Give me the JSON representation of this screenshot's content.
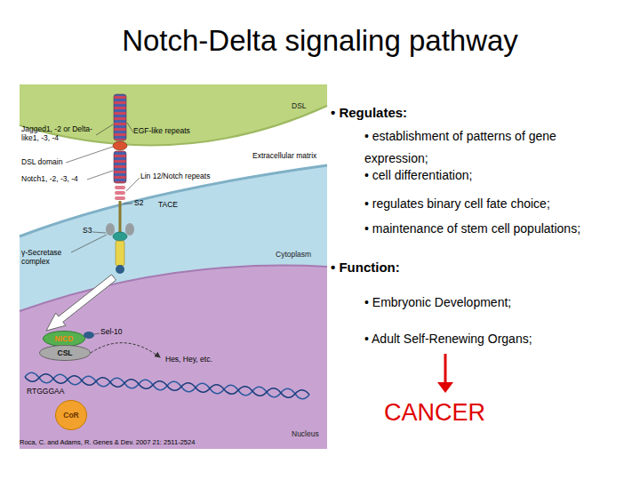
{
  "diagram": {
    "title": "Notch-Delta signaling pathway",
    "nodes": [
      {
        "text": [
          "DSL"
        ]
      },
      {
        "text": [
          "Cytoplasm"
        ]
      },
      {
        "text": [
          "Nucleus"
        ],
        "in": 1
      },
      {
        "text": [
          "NICD"
        ],
        "in": 2
      },
      {
        "text": [
          "CSL"
        ],
        "in": 2
      },
      {
        "text": [
          "CoR"
        ],
        "in": 2
      }
    ],
    "labels": [
      "Jagged1, -2 or Delta-like1, -3, -4",
      "EGF-like repeats",
      "DSL domain",
      "Extracellular matrix",
      "Notch1, -2, -3, -4",
      "Lin 12/Notch repeats",
      "S2",
      "TACE",
      "S3",
      "γ-Secretase complex",
      "Sel-10",
      "RTGGGAA",
      "Hes, Hey, etc.",
      "Roca, C. and Adams, R. Genes & Dev. 2007 21: 2511-2524",
      "• Regulates:",
      "• establishment of patterns of gene expression;",
      "• cell differentiation;",
      "• regulates binary cell fate choice;",
      "• maintenance of stem cell populations;",
      "• Function:",
      "• Embryonic Development;",
      "• Adult Self-Renewing Organs;",
      "CANCER"
    ]
  }
}
